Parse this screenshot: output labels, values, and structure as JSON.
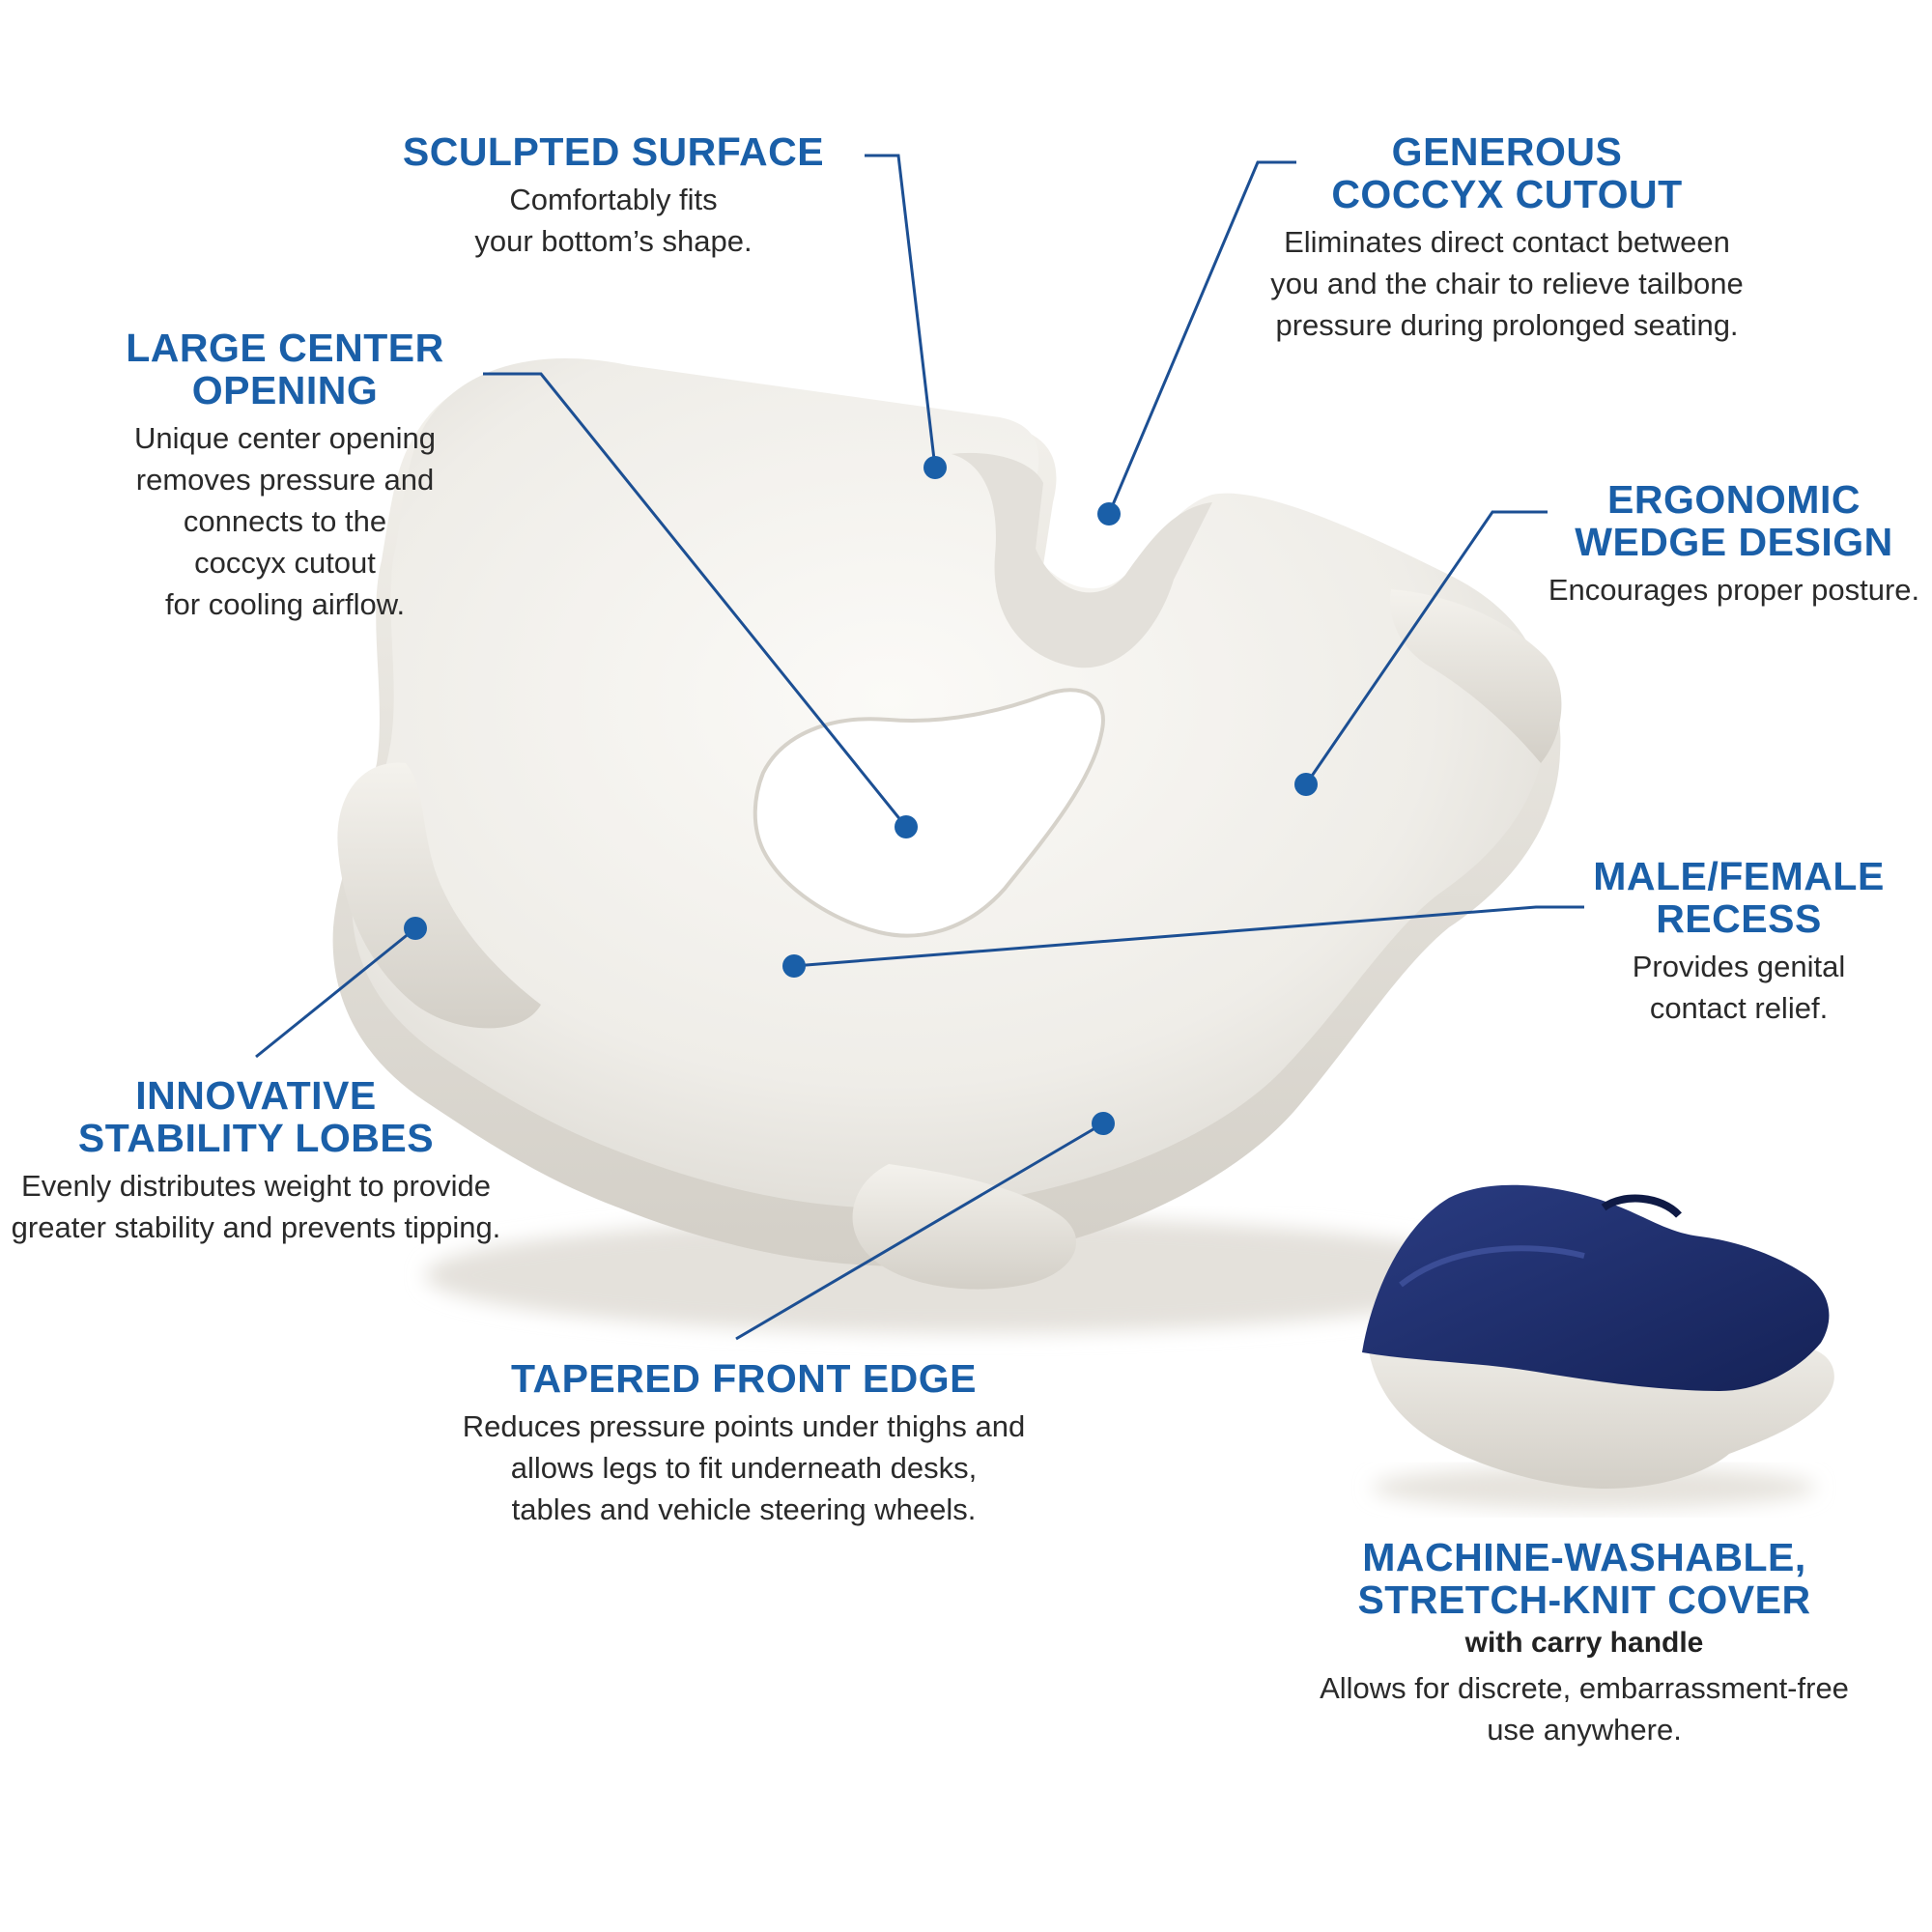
{
  "colors": {
    "accent": "#1a5fa8",
    "leader": "#1c4f93",
    "cushion": "#f1efea",
    "cover": "#1f2f6e"
  },
  "callouts": {
    "sculpted": {
      "title": [
        "SCULPTED SURFACE"
      ],
      "desc": [
        "Comfortably fits",
        "your bottom’s shape."
      ]
    },
    "coccyx": {
      "title": [
        "GENEROUS",
        "COCCYX CUTOUT"
      ],
      "desc": [
        "Eliminates direct contact between",
        "you and the chair to relieve tailbone",
        "pressure during prolonged seating."
      ]
    },
    "center": {
      "title": [
        "LARGE CENTER",
        "OPENING"
      ],
      "desc": [
        "Unique center opening",
        "removes pressure and",
        "connects to the",
        "coccyx cutout",
        "for cooling airflow."
      ]
    },
    "wedge": {
      "title": [
        "ERGONOMIC",
        "WEDGE DESIGN"
      ],
      "desc": [
        "Encourages proper posture."
      ]
    },
    "recess": {
      "title": [
        "MALE/FEMALE",
        "RECESS"
      ],
      "desc": [
        "Provides genital",
        "contact relief."
      ]
    },
    "lobes": {
      "title": [
        "INNOVATIVE",
        "STABILITY LOBES"
      ],
      "desc": [
        "Evenly distributes weight to provide",
        "greater stability and prevents tipping."
      ]
    },
    "front": {
      "title": [
        "TAPERED FRONT EDGE"
      ],
      "desc": [
        "Reduces pressure points under thighs and",
        "allows legs to fit underneath desks,",
        "tables and vehicle steering wheels."
      ]
    },
    "cover": {
      "title": [
        "MACHINE-WASHABLE,",
        "STRETCH-KNIT COVER"
      ],
      "subtitle": "with carry handle",
      "desc": [
        "Allows for discrete, embarrassment-free",
        "use anywhere."
      ]
    }
  }
}
